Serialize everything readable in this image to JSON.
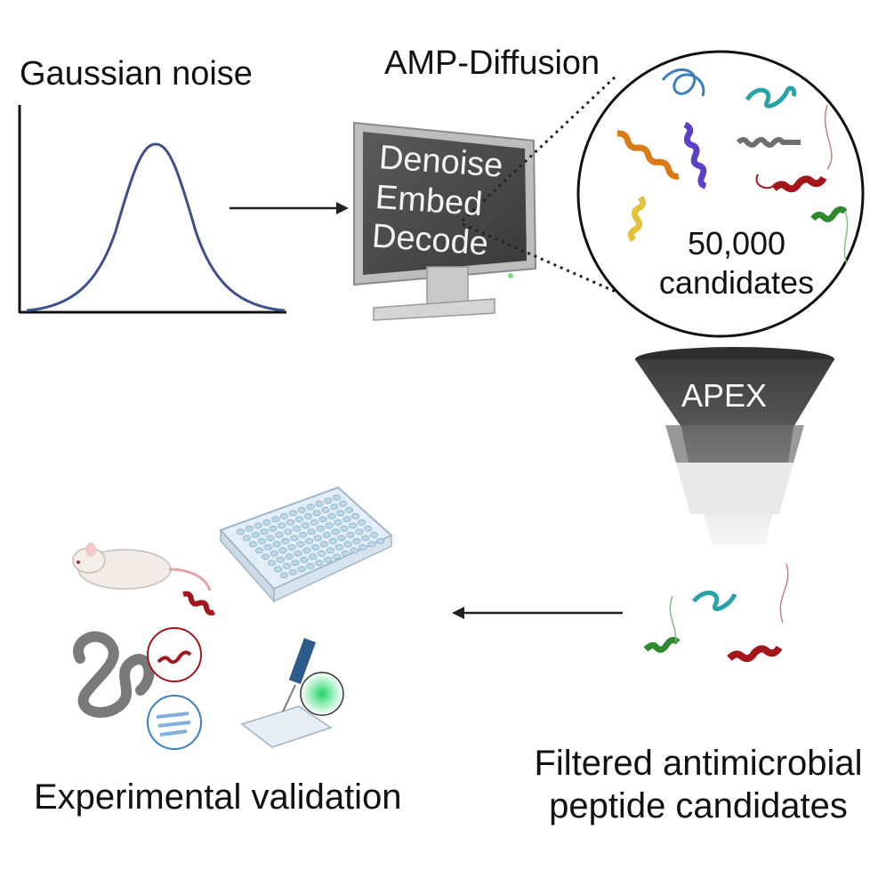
{
  "labels": {
    "gaussian_noise": "Gaussian noise",
    "amp_diffusion": "AMP-Diffusion",
    "candidates_line1": "50,000",
    "candidates_line2": "candidates",
    "apex": "APEX",
    "filtered_line1": "Filtered antimicrobial",
    "filtered_line2": "peptide candidates",
    "experimental_validation": "Experimental validation"
  },
  "monitor": {
    "steps": [
      "Denoise",
      "Embed",
      "Decode"
    ]
  },
  "colors": {
    "curve": "#3f4f8c",
    "funnel_dark": "#4a4a4a",
    "funnel_mid": "#8a8a8a",
    "funnel_light": "#e6e6e6",
    "helix_red": "#a3161a",
    "helix_green": "#2f8a2f",
    "helix_orange": "#d97a16",
    "helix_purple": "#5b3fc8",
    "helix_yellow": "#e2c23a",
    "helix_cyan": "#27a3a8",
    "helix_gray": "#6e6e6e"
  }
}
